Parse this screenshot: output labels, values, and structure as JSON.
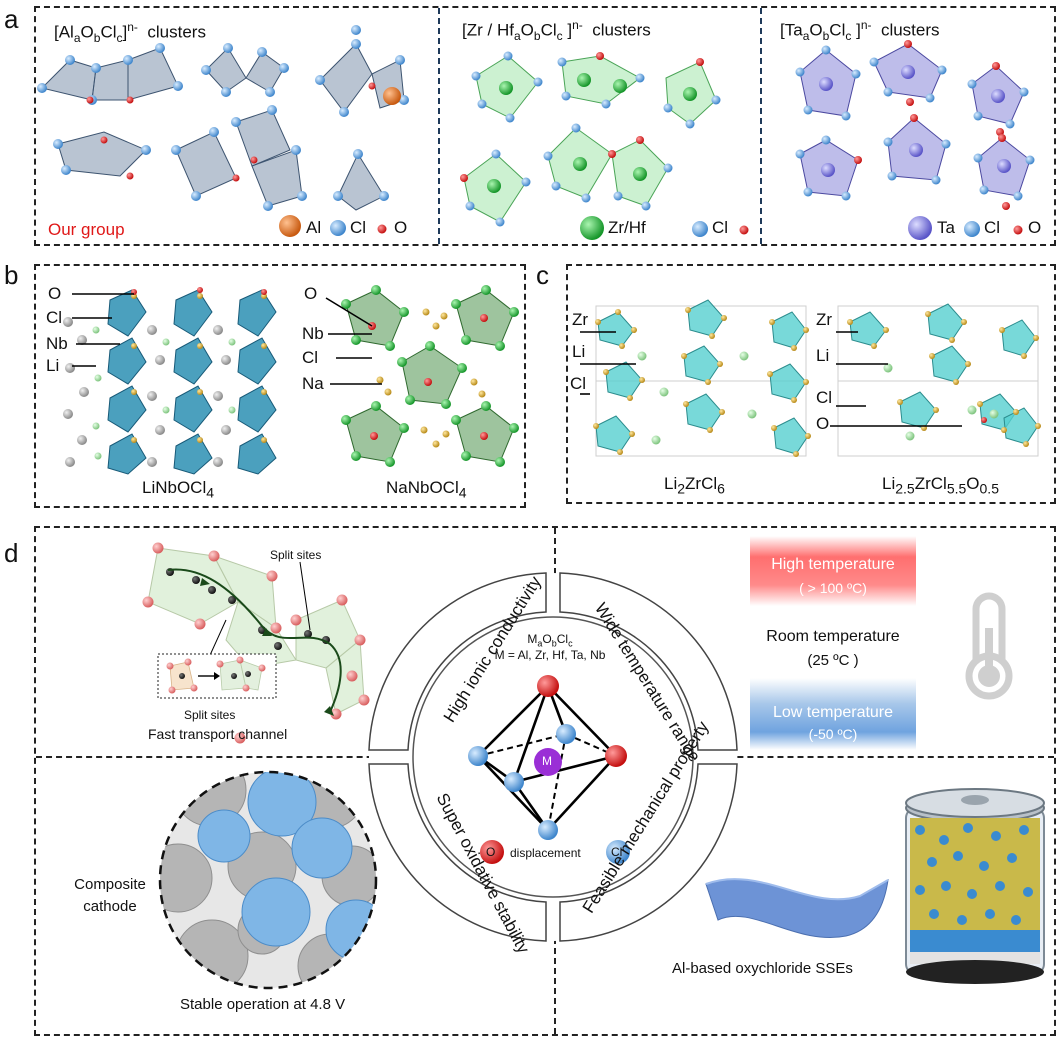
{
  "panels": {
    "a": "a",
    "b": "b",
    "c": "c",
    "d": "d"
  },
  "panel_a": {
    "al_title_main": "[Al",
    "al_title_sub1": "a",
    "al_title_mid1": "O",
    "al_title_sub2": "b",
    "al_title_mid2": "Cl",
    "al_title_sub3": "c",
    "al_title_end": "]",
    "al_title_sup": "n-",
    "al_title_suffix": "clusters",
    "zr_title_main": "[Zr / Hf",
    "zr_title_sub1": "a",
    "zr_title_mid1": "O",
    "zr_title_sub2": "b",
    "zr_title_mid2": "Cl",
    "zr_title_sub3": "c",
    "zr_title_end": " ]",
    "zr_title_sup": "n-",
    "zr_title_suffix": "clusters",
    "ta_title_main": "[Ta",
    "ta_title_sub1": "a",
    "ta_title_mid1": "O",
    "ta_title_sub2": "b",
    "ta_title_mid2": "Cl",
    "ta_title_sub3": "c",
    "ta_title_end": " ]",
    "ta_title_sup": "n-",
    "ta_title_suffix": "clusters",
    "our_group": "Our group",
    "legend_al": "Al",
    "legend_cl": "Cl",
    "legend_o": "O",
    "legend_zrhf": "Zr/Hf",
    "legend_ta": "Ta"
  },
  "panel_b": {
    "left_labels": [
      "O",
      "Cl",
      "Nb",
      "Li"
    ],
    "right_labels": [
      "O",
      "Nb",
      "Cl",
      "Na"
    ],
    "left_name_main": "LiNbOCl",
    "left_name_sub": "4",
    "right_name_main": "NaNbOCl",
    "right_name_sub": "4"
  },
  "panel_c": {
    "left_labels": [
      "Zr",
      "Li",
      "Cl"
    ],
    "right_labels": [
      "Zr",
      "Li",
      "Cl",
      "O"
    ],
    "left_name": [
      "Li",
      "2",
      "ZrCl",
      "6"
    ],
    "right_name": [
      "Li",
      "2.5",
      "ZrCl",
      "5.5",
      "O",
      "0.5"
    ]
  },
  "panel_d": {
    "split_sites_top": "Split sites",
    "split_sites_bottom": "Split sites",
    "fast_channel": "Fast transport channel",
    "high_ionic": "High ionic conductivity",
    "wide_temp": "Wide temperature range",
    "super_oxidative": "Super oxidative stability",
    "feasible_mech": "Feasible mechanical property",
    "formula_main": "M",
    "formula_sub1": "a",
    "formula_mid1": "O",
    "formula_sub2": "b",
    "formula_mid2": "Cl",
    "formula_sub3": "c",
    "formula_m_list": "M = Al, Zr, Hf, Ta, Nb",
    "center_m": "M",
    "o_marker": "O",
    "displacement": "displacement",
    "cl_marker": "Cl",
    "high_temp": "High temperature",
    "high_temp_val": "( > 100 ºC)",
    "room_temp": "Room temperature",
    "room_temp_val": "(25 ºC )",
    "low_temp": "Low temperature",
    "low_temp_val": "(-50 ºC)",
    "composite_1": "Composite",
    "composite_2": "cathode",
    "stable_op": "Stable operation at 4.8 V",
    "al_sses": "Al-based oxychloride SSEs"
  },
  "colors": {
    "al": "#e0731f",
    "cl": "#5a9bd8",
    "o": "#d91e1e",
    "zr": "#27b53a",
    "ta": "#7a78d8",
    "nb_octa": "#2b8fb3",
    "zr_octa": "#56cfd0",
    "cathode_blue": "#7fb6e6",
    "cathode_gray": "#b9b9b9"
  }
}
